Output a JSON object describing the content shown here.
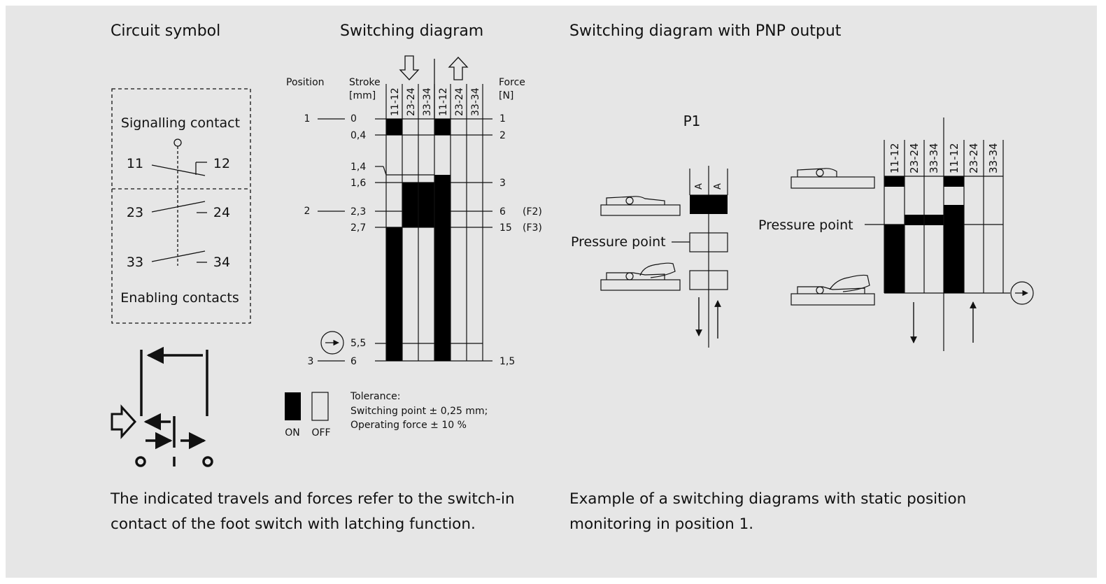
{
  "headings": {
    "circuit_symbol": "Circuit symbol",
    "switching_diagram": "Switching diagram",
    "switching_diagram_pnp": "Switching diagram with PNP output"
  },
  "circuit": {
    "signalling_contact": "Signalling contact",
    "enabling_contacts": "Enabling contacts",
    "terminals": [
      "11",
      "12",
      "23",
      "24",
      "33",
      "34"
    ]
  },
  "switching": {
    "position_label": "Position",
    "stroke_label": "Stroke",
    "stroke_unit": "[mm]",
    "force_label": "Force",
    "force_unit": "[N]",
    "columns": [
      "11-12",
      "23-24",
      "33-34",
      "11-12",
      "23-24",
      "33-34"
    ],
    "strokes": [
      "0",
      "0,4",
      "1,4",
      "1,6",
      "2,3",
      "2,7",
      "5,5",
      "6"
    ],
    "positions": [
      "1",
      "2",
      "3"
    ],
    "forces": [
      "1",
      "2",
      "3",
      "6",
      "15",
      "1,5"
    ],
    "force_refs": [
      "(F2)",
      "(F3)"
    ],
    "legend_on": "ON",
    "legend_off": "OFF",
    "tolerance_title": "Tolerance:",
    "tolerance_switching": "Switching point ± 0,25 mm;",
    "tolerance_force": "Operating force ± 10 %"
  },
  "pnp": {
    "p1_label": "P1",
    "output_label": "A",
    "pressure_point": "Pressure point",
    "columns": [
      "11-12",
      "23-24",
      "33-34",
      "11-12",
      "23-24",
      "33-34"
    ]
  },
  "captions": {
    "left_line1": "The indicated travels and forces refer to the switch-in",
    "left_line2": "contact of the foot switch with latching function.",
    "right_line1": "Example of a switching diagrams with static position",
    "right_line2": "monitoring in position 1."
  }
}
